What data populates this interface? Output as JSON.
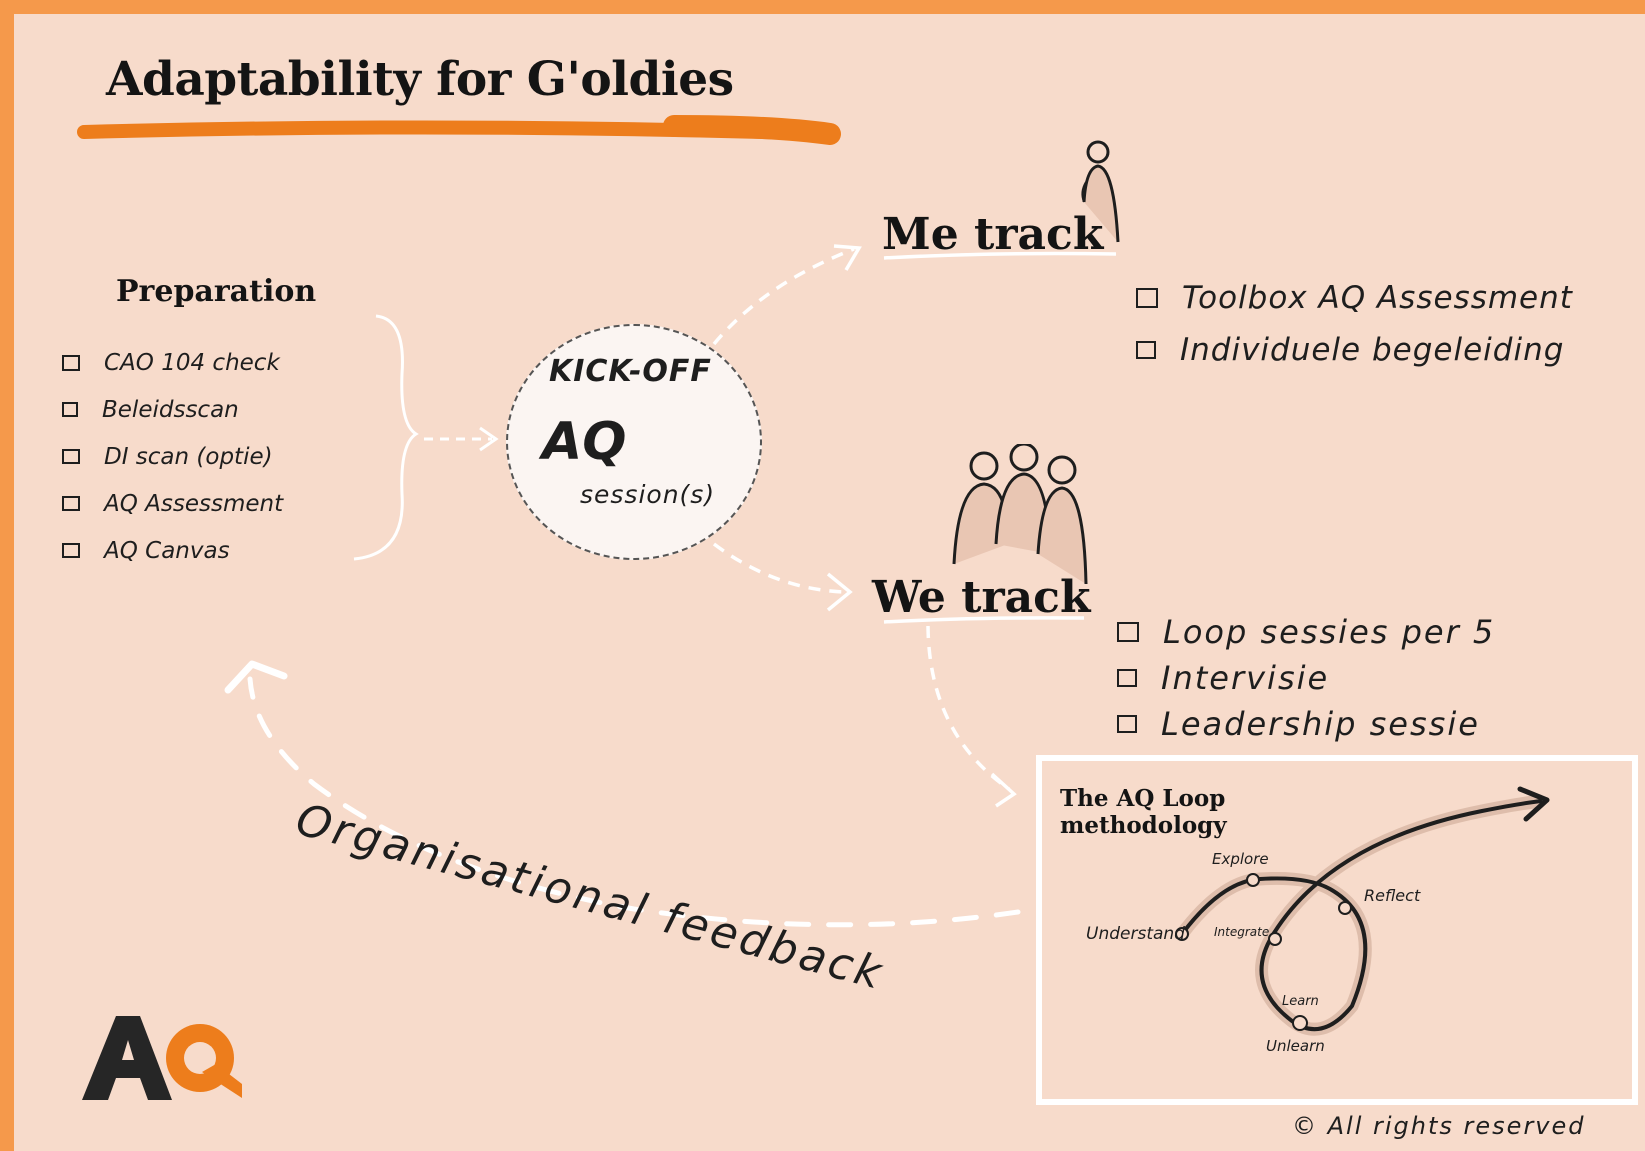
{
  "title": "Adaptability for G'oldies",
  "preparation": {
    "heading": "Preparation",
    "items": [
      "CAO 104 check",
      "Beleidsscan",
      "DI scan (optie)",
      "AQ Assessment",
      "AQ Canvas"
    ]
  },
  "kickoff": {
    "label": "KICK-OFF",
    "aq": "AQ",
    "session": "session(s)"
  },
  "me_track": {
    "heading": "Me track",
    "items": [
      "Toolbox AQ Assessment",
      "Individuele begeleiding"
    ]
  },
  "we_track": {
    "heading": "We track",
    "items": [
      "Loop sessies per 5",
      "Intervisie",
      "Leadership sessie"
    ]
  },
  "loop": {
    "title_line1": "The AQ Loop",
    "title_line2": "methodology",
    "stages": {
      "understand": "Understand",
      "explore": "Explore",
      "integrate": "Integrate",
      "reflect": "Reflect",
      "learn": "Learn",
      "unlearn": "Unlearn"
    }
  },
  "feedback_label": "Organisational feedback",
  "logo_text": "AQ",
  "copyright": "© All rights reserved",
  "colors": {
    "frame": "#f5994b",
    "background": "#f7dbcb",
    "accent_orange": "#ed7d1c",
    "ink": "#141414",
    "white": "#ffffff"
  }
}
